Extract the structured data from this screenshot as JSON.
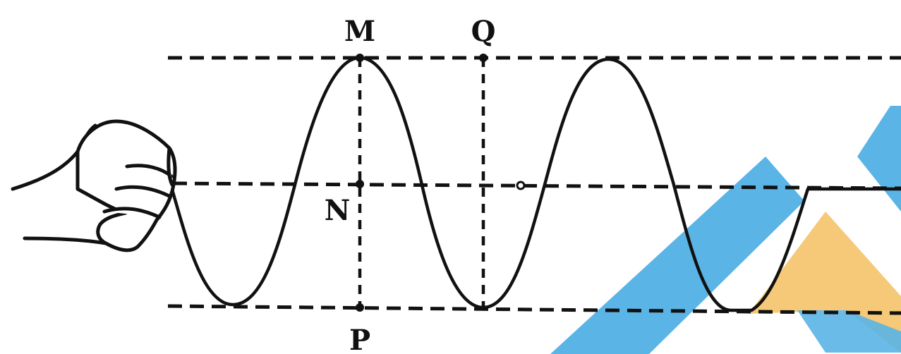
{
  "figure": {
    "points": {
      "M": "M",
      "Q": "Q",
      "N": "N",
      "P": "P"
    }
  },
  "watermark": {
    "colors": {
      "blue": "#5ab4e6",
      "orange": "#f6c978"
    }
  }
}
